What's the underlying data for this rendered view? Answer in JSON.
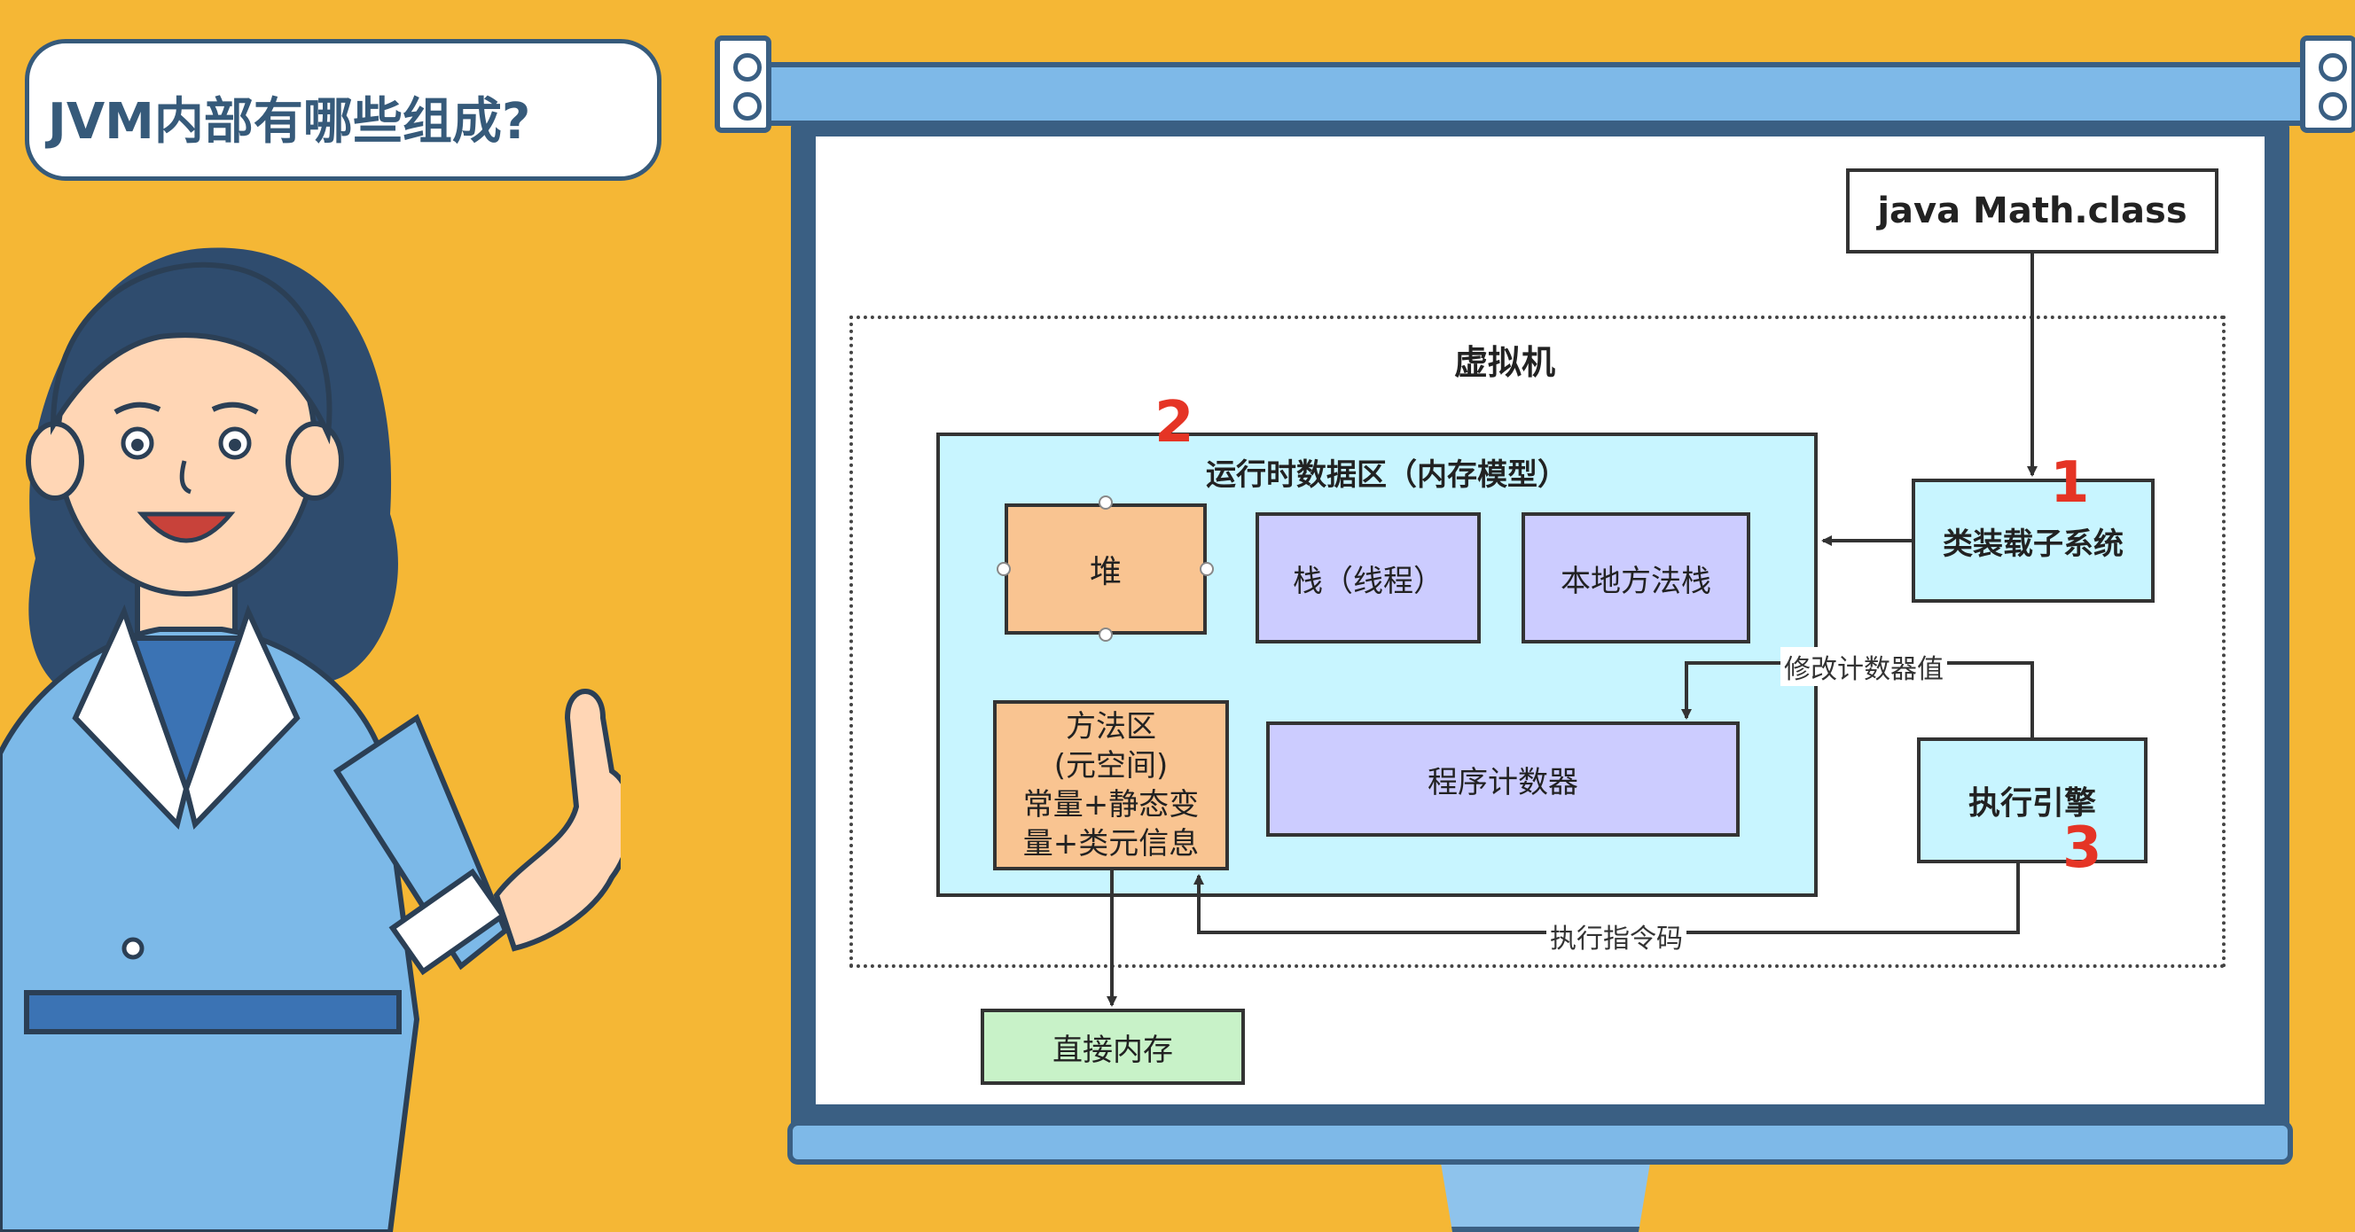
{
  "bubble": {
    "text": "JVM内部有哪些组成?"
  },
  "diagram": {
    "source_label": "java Math.class",
    "vm_label": "虚拟机",
    "runtime_area_label": "运行时数据区（内存模型）",
    "heap_label": "堆",
    "stack_label": "栈（线程）",
    "native_stack_label": "本地方法栈",
    "method_area_lines": [
      "方法区",
      "(元空间)",
      "常量+静态变",
      "量+类元信息"
    ],
    "pc_label": "程序计数器",
    "classloader_label": "类装载子系统",
    "engine_label": "执行引擎",
    "direct_memory_label": "直接内存",
    "edge_modify_pc": "修改计数器值",
    "edge_exec_instr": "执行指令码",
    "markers": {
      "one": "1",
      "two": "2",
      "three": "3"
    }
  },
  "colors": {
    "background": "#F5B735",
    "runtime_area": "#C8F5FF",
    "heap": "#F9C491",
    "thread_boxes": "#CCCCFF",
    "direct_memory": "#C8F2C8",
    "marker": "#E53425"
  }
}
